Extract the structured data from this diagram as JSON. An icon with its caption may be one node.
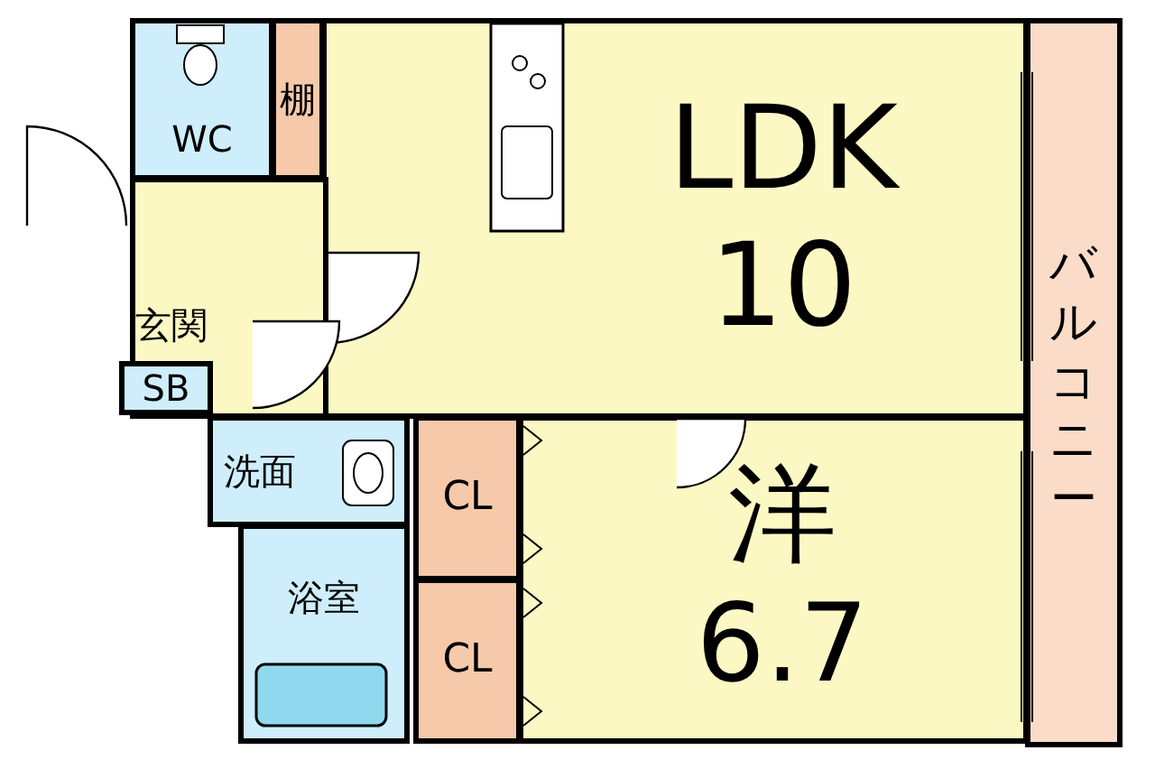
{
  "diagram": {
    "nodes": [
      {
        "text": [
          "WC"
        ]
      },
      {
        "text": [
          "棚"
        ]
      },
      {
        "text": [
          "LDK",
          "10"
        ]
      },
      {
        "text": [
          "玄関"
        ]
      },
      {
        "text": [
          "SB"
        ]
      },
      {
        "text": [
          "洗面"
        ]
      },
      {
        "text": [
          "浴室"
        ]
      },
      {
        "text": [
          "CL"
        ]
      },
      {
        "text": [
          "CL"
        ]
      },
      {
        "text": [
          "洋",
          "6.7"
        ]
      },
      {
        "text": [
          "バルコニー"
        ]
      }
    ]
  }
}
